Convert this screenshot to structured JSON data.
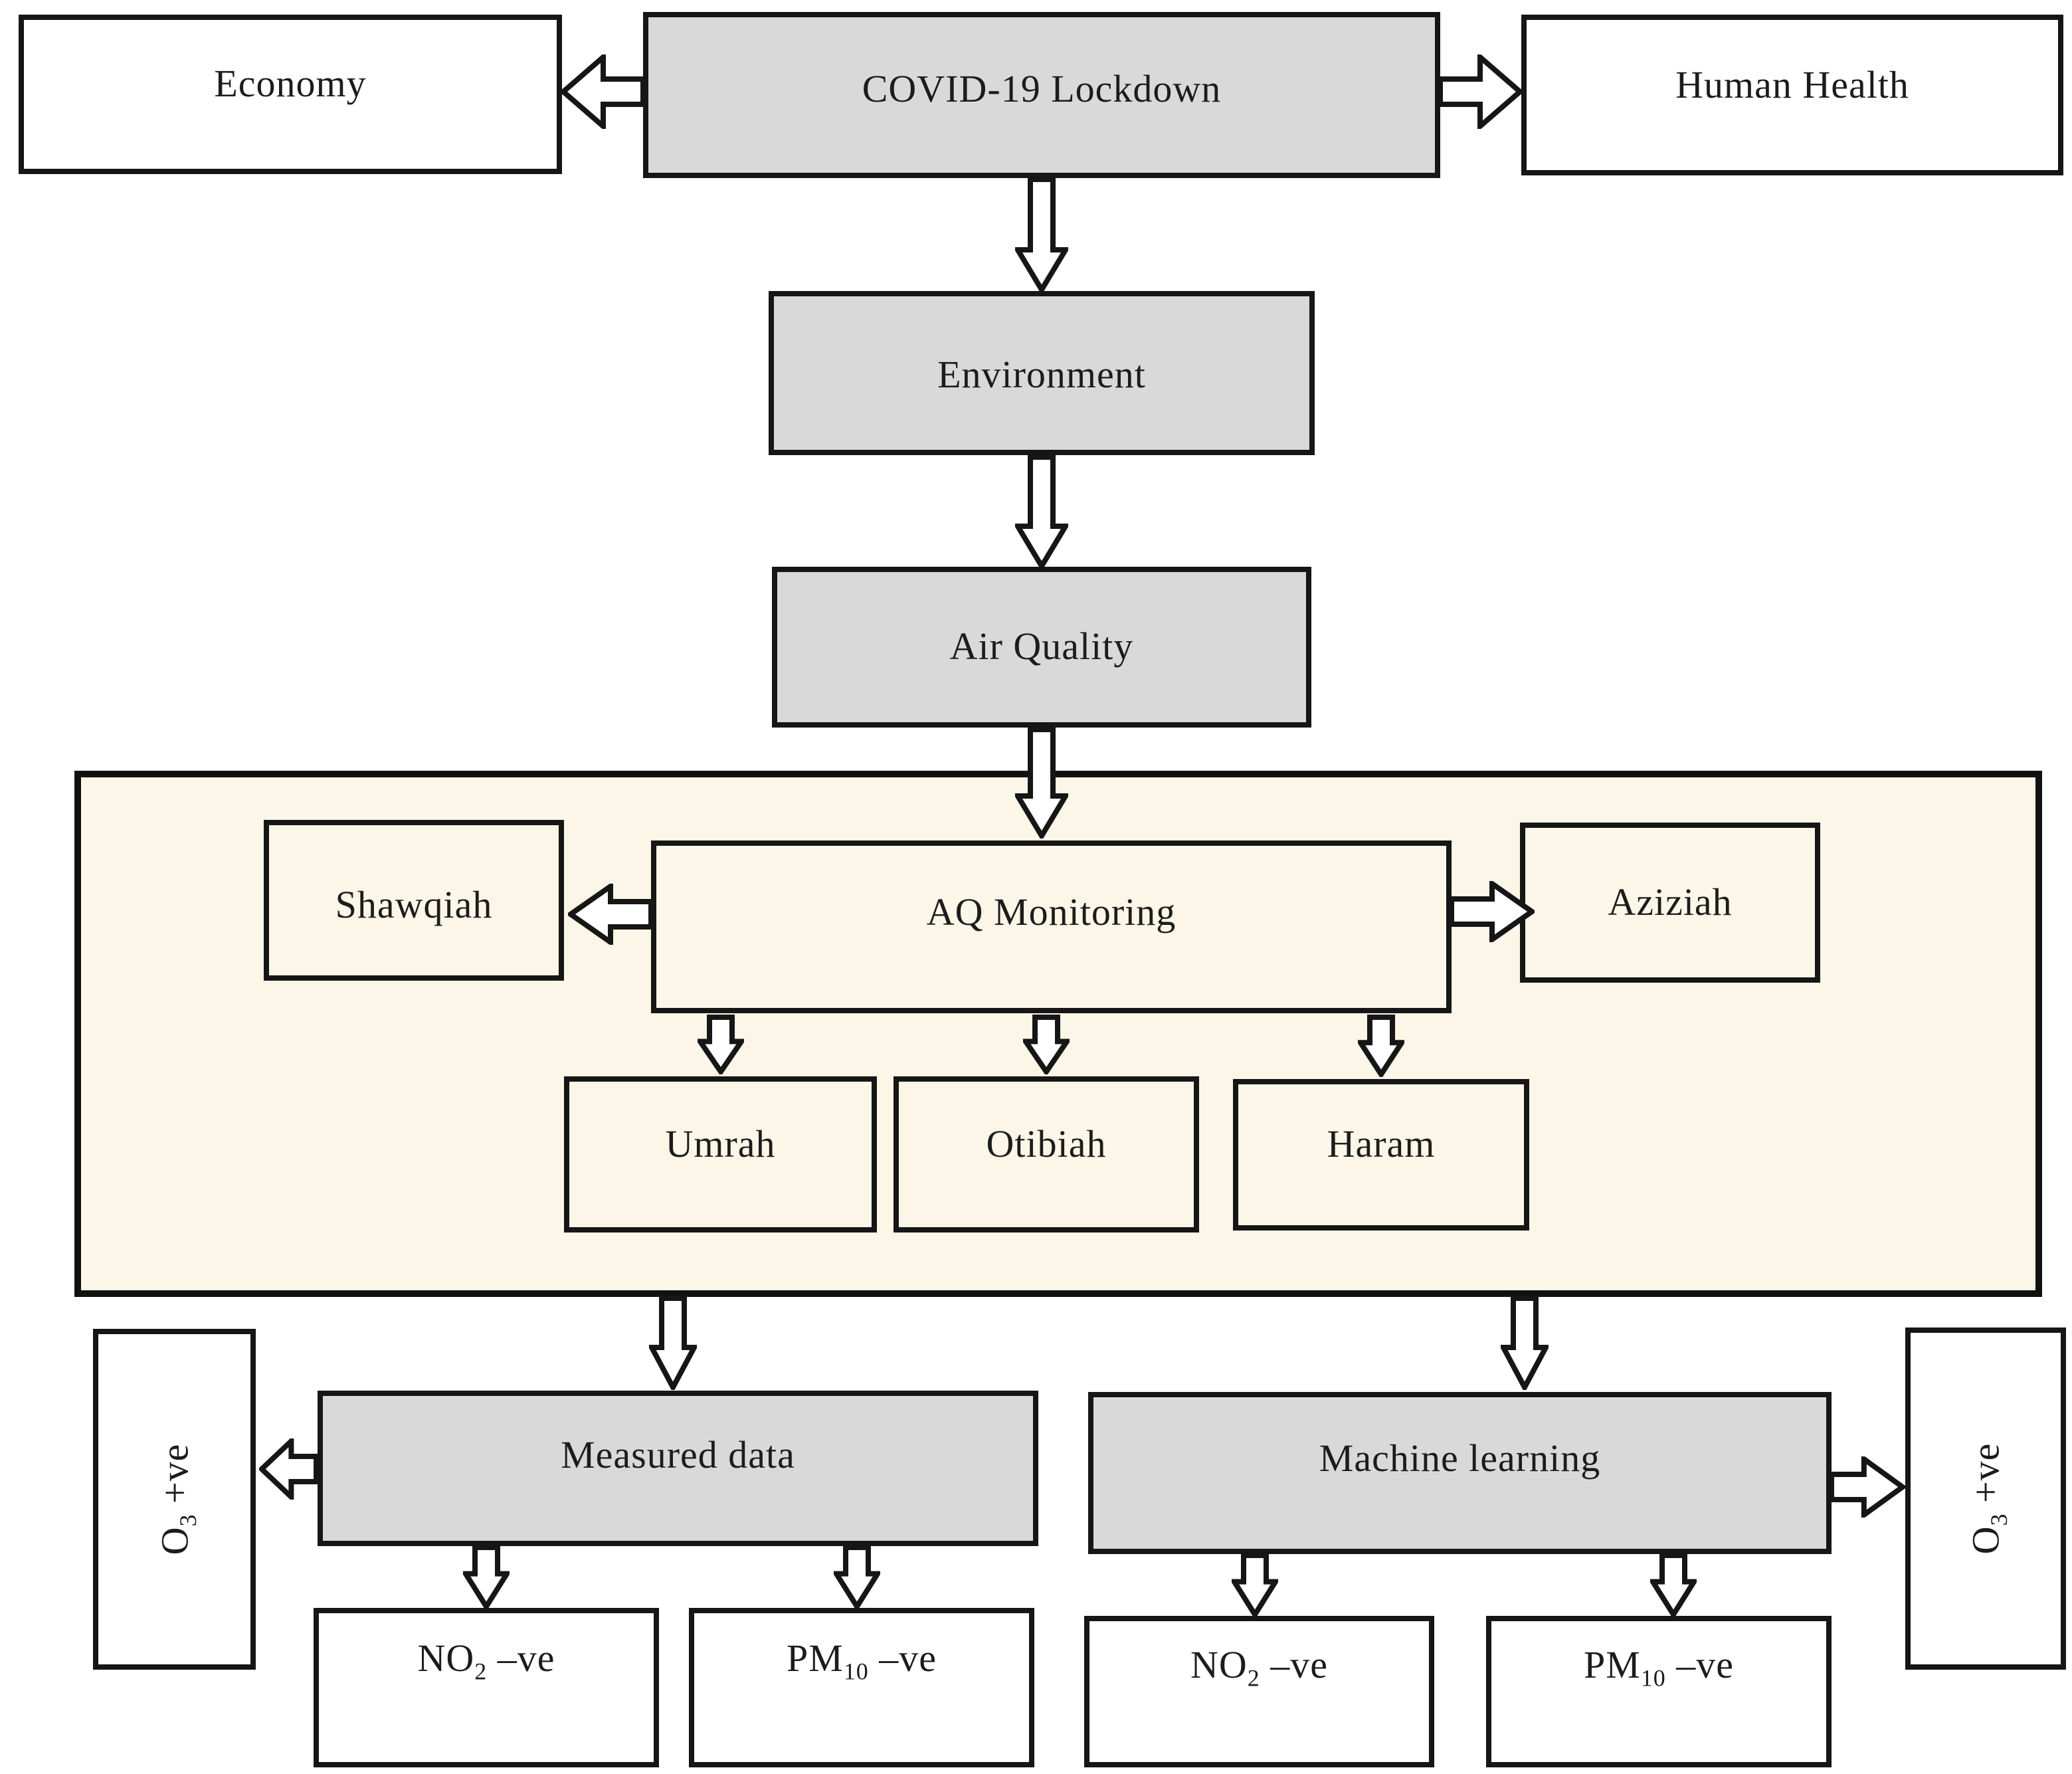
{
  "nodes": {
    "economy": {
      "label": "Economy"
    },
    "covid_lockdown": {
      "label": "COVID-19 Lockdown"
    },
    "human_health": {
      "label": "Human Health"
    },
    "environment": {
      "label": "Environment"
    },
    "air_quality": {
      "label": "Air Quality"
    },
    "aq_monitoring": {
      "label": "AQ Monitoring"
    },
    "shawqiah": {
      "label": "Shawqiah"
    },
    "aziziah": {
      "label": "Aziziah"
    },
    "umrah": {
      "label": "Umrah"
    },
    "otibiah": {
      "label": "Otibiah"
    },
    "haram": {
      "label": "Haram"
    },
    "measured_data": {
      "label": "Measured data"
    },
    "machine_learning": {
      "label": "Machine learning"
    },
    "o3_measured": {
      "main": "O",
      "sub": "3",
      "suffix": " +ve"
    },
    "o3_ml": {
      "main": "O",
      "sub": "3",
      "suffix": " +ve"
    },
    "no2_measured": {
      "main": "NO",
      "sub": "2",
      "suffix": " –ve"
    },
    "pm10_measured": {
      "main": "PM",
      "sub": "10",
      "suffix": " –ve"
    },
    "no2_ml": {
      "main": "NO",
      "sub": "2",
      "suffix": " –ve"
    },
    "pm10_ml": {
      "main": "PM",
      "sub": "10",
      "suffix": " –ve"
    }
  },
  "edges": [
    {
      "from": "covid_lockdown",
      "to": "economy"
    },
    {
      "from": "covid_lockdown",
      "to": "human_health"
    },
    {
      "from": "covid_lockdown",
      "to": "environment"
    },
    {
      "from": "environment",
      "to": "air_quality"
    },
    {
      "from": "air_quality",
      "to": "aq_monitoring"
    },
    {
      "from": "aq_monitoring",
      "to": "shawqiah"
    },
    {
      "from": "aq_monitoring",
      "to": "aziziah"
    },
    {
      "from": "aq_monitoring",
      "to": "umrah"
    },
    {
      "from": "aq_monitoring",
      "to": "otibiah"
    },
    {
      "from": "aq_monitoring",
      "to": "haram"
    },
    {
      "from": "monitoring_panel",
      "to": "measured_data"
    },
    {
      "from": "monitoring_panel",
      "to": "machine_learning"
    },
    {
      "from": "measured_data",
      "to": "o3_measured"
    },
    {
      "from": "measured_data",
      "to": "no2_measured"
    },
    {
      "from": "measured_data",
      "to": "pm10_measured"
    },
    {
      "from": "machine_learning",
      "to": "o3_ml"
    },
    {
      "from": "machine_learning",
      "to": "no2_ml"
    },
    {
      "from": "machine_learning",
      "to": "pm10_ml"
    }
  ],
  "colors": {
    "box_gray": "#d9d9d9",
    "box_white": "#ffffff",
    "panel_beige": "#fbf6e7",
    "border": "#161616",
    "text": "#1c1c1c"
  }
}
